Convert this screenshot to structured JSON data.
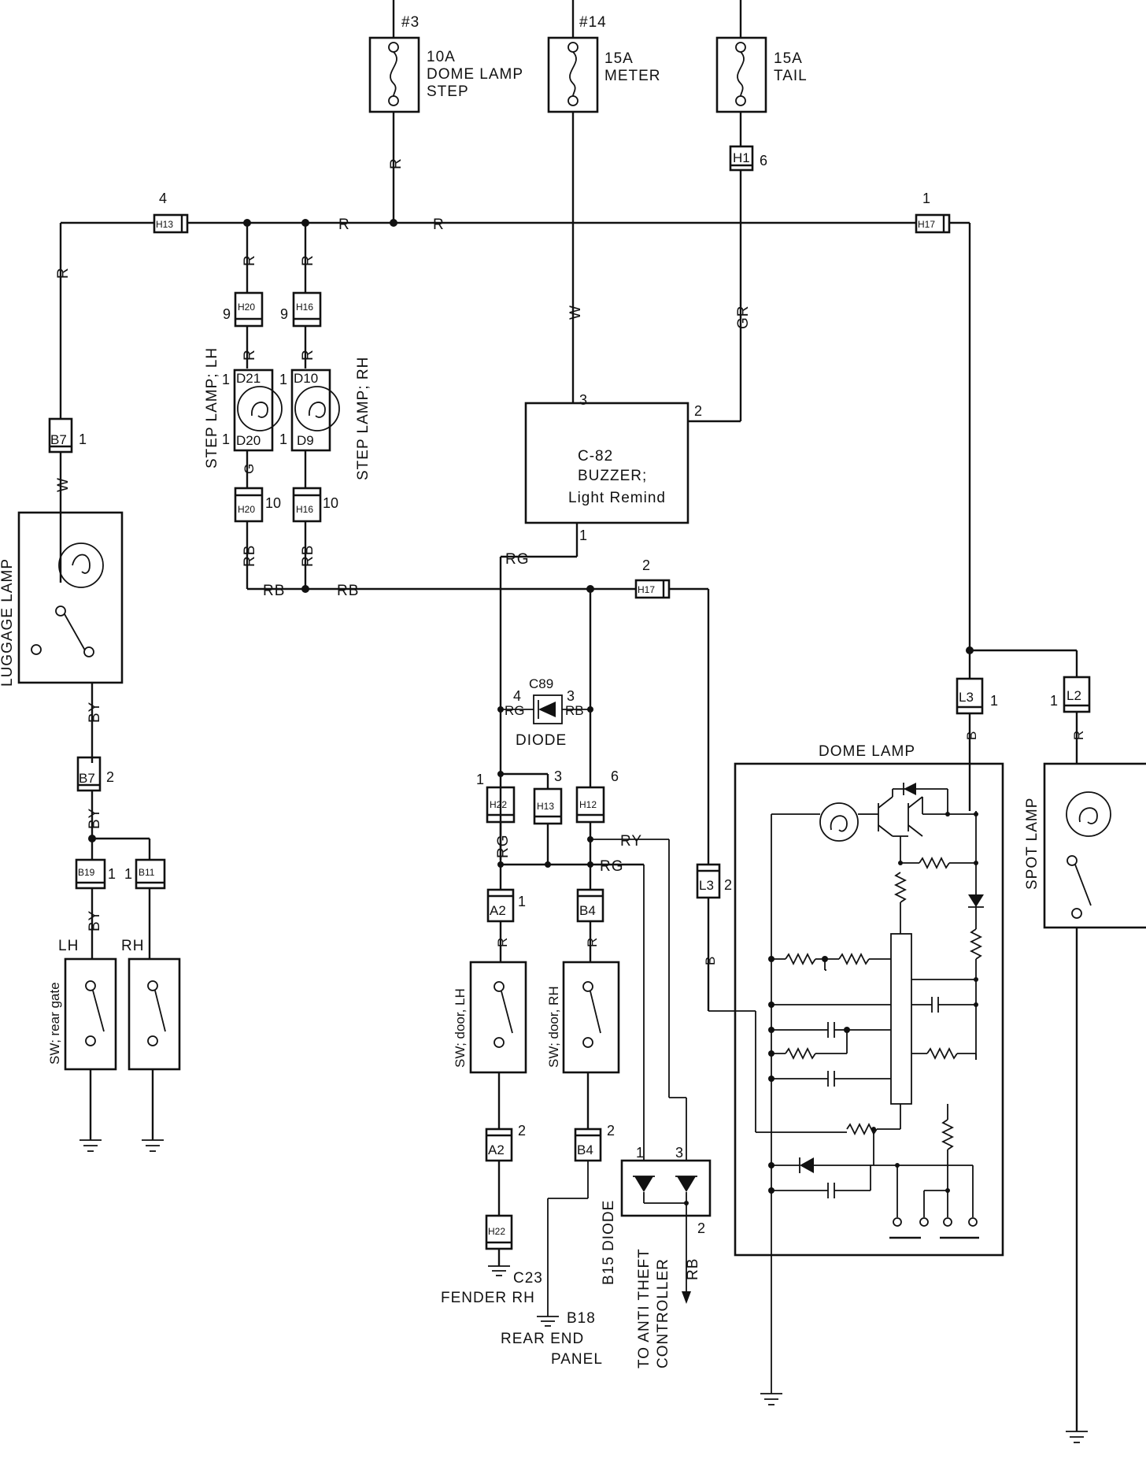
{
  "fuses": [
    {
      "id": "#3",
      "rating": "10A",
      "name1": "DOME LAMP",
      "name2": "STEP"
    },
    {
      "id": "#14",
      "rating": "15A",
      "name1": "METER",
      "name2": ""
    },
    {
      "id": "",
      "rating": "15A",
      "name1": "TAIL",
      "name2": ""
    }
  ],
  "connectors": {
    "H13": "H13",
    "H17": "H17",
    "H1": "H1",
    "H20": "H20",
    "H16": "H16",
    "B7": "B7",
    "B19": "B19",
    "B11": "B11",
    "H22": "H22",
    "H12": "H12",
    "A2": "A2",
    "B4": "B4",
    "L3": "L3",
    "L2": "L2",
    "D21": "D21",
    "D20": "D20",
    "D10": "D10",
    "D9": "D9"
  },
  "pins": {
    "p1": "1",
    "p2": "2",
    "p3": "3",
    "p4": "4",
    "p6": "6",
    "p9": "9",
    "p10": "10"
  },
  "wires": {
    "R": "R",
    "W": "W",
    "GR": "GR",
    "RB": "RB",
    "RG": "RG",
    "BY": "BY",
    "G": "G",
    "B": "B",
    "RY": "RY"
  },
  "components": {
    "buzzer_line1": "C-82",
    "buzzer_line2": "BUZZER;",
    "buzzer_line3": "Light  Remind",
    "c89": "C89",
    "diode": "DIODE",
    "b15": "B15 DIODE",
    "step_lh": "STEP LAMP; LH",
    "step_rh": "STEP LAMP; RH",
    "luggage": "LUGGAGE LAMP",
    "dome": "DOME LAMP",
    "spot": "SPOT LAMP",
    "sw_rear": "SW; rear gate",
    "lh": "LH",
    "rh": "RH",
    "sw_door_lh": "SW; door, LH",
    "sw_door_rh": "SW; door, RH",
    "anti_theft_1": "TO ANTI THEFT",
    "anti_theft_2": "CONTROLLER",
    "c23": "C23",
    "fender": "FENDER  RH",
    "b18": "B18",
    "rear_end": "REAR  END",
    "panel": "PANEL"
  }
}
